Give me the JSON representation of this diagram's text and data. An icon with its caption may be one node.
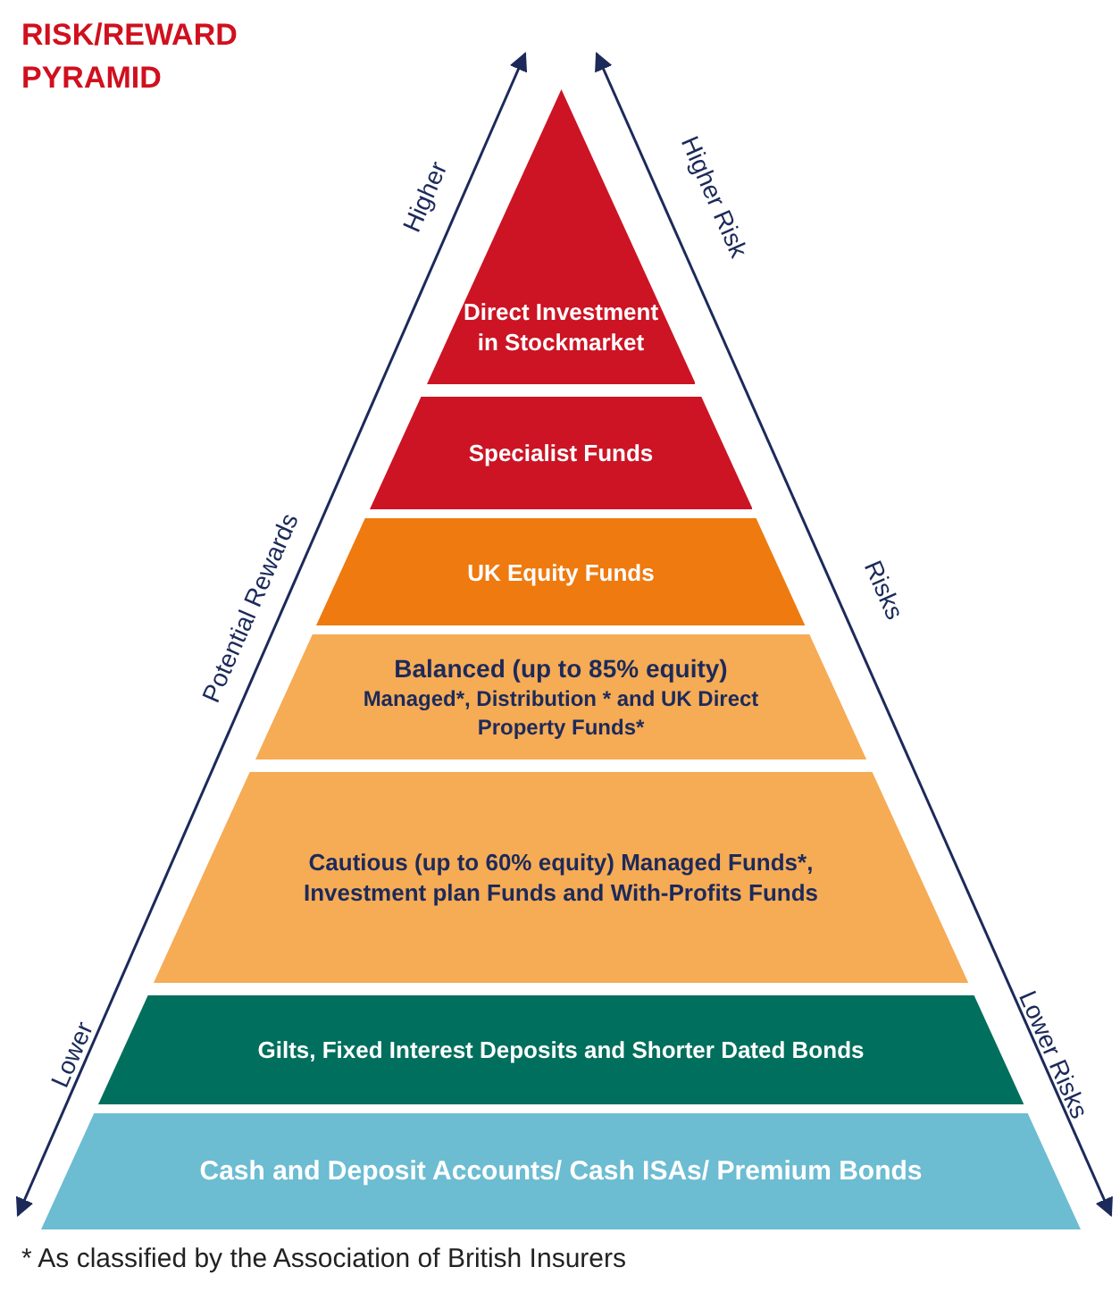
{
  "diagram": {
    "title": "RISK/REWARD PYRAMID",
    "caption": "* As classified by the Association of British Insurers",
    "nodes": [
      {
        "text": [
          "Direct Investment in Stockmarket"
        ]
      },
      {
        "text": [
          "Specialist Funds"
        ]
      },
      {
        "text": [
          "UK Equity Funds"
        ]
      },
      {
        "text": [
          "Balanced (up to 85% equity)",
          "Managed*, Distribution * and UK Direct Property Funds*"
        ]
      },
      {
        "text": [
          "Cautious (up to 60% equity) Managed Funds*, Investment plan Funds and With-Profits Funds"
        ]
      },
      {
        "text": [
          "Gilts, Fixed Interest Deposits and Shorter Dated Bonds"
        ]
      },
      {
        "text": [
          "Cash and Deposit Accounts/ Cash ISAs/ Premium Bonds"
        ]
      }
    ],
    "edges": [],
    "labels": [
      "Higher",
      "Potential Rewards",
      "Lower",
      "Higher Risk",
      "Risks",
      "Lower Risks"
    ]
  }
}
